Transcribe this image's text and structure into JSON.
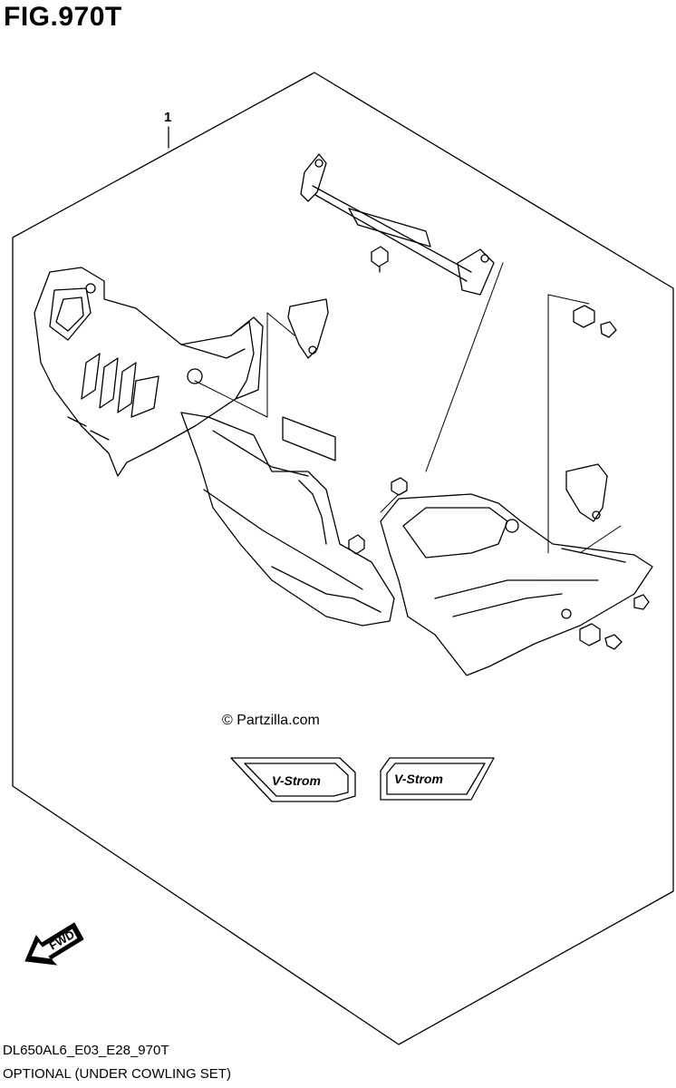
{
  "figure": {
    "title": "FIG.970T",
    "part_callout": "1",
    "watermark": "© Partzilla.com",
    "emblem_text": "V-Strom",
    "direction_label": "FWD",
    "drawing_code": "DL650AL6_E03_E28_970T",
    "caption": "OPTIONAL (UNDER COWLING SET)"
  },
  "colors": {
    "line": "#000000",
    "background": "#ffffff"
  },
  "icons": {
    "direction": "fwd-arrow-icon"
  }
}
